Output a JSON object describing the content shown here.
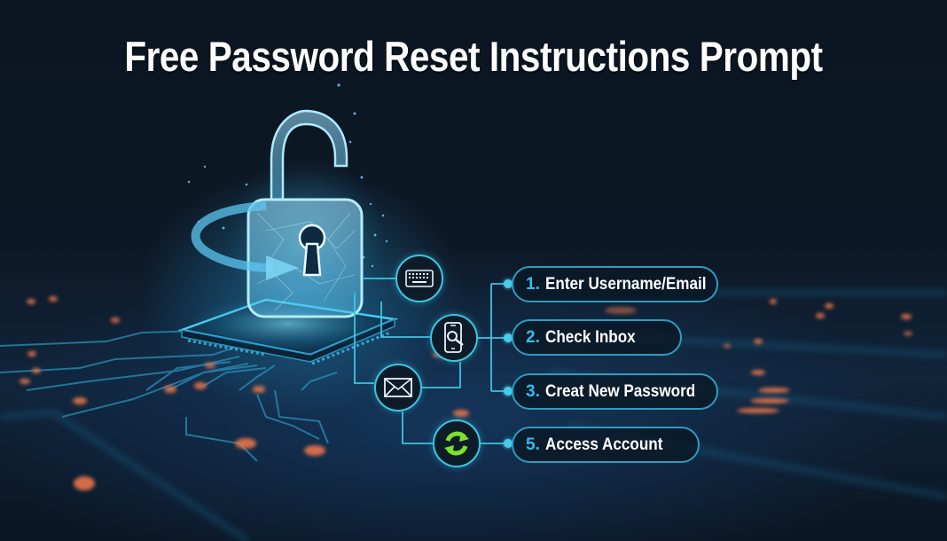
{
  "title": "Free Password Reset Instructions Prompt",
  "illustration": {
    "central_icon": "unlocked-padlock-icon",
    "base": "circuit-chip",
    "arrow": "circular-arrow-icon"
  },
  "nodes": [
    {
      "icon": "keyboard-icon"
    },
    {
      "icon": "phone-search-icon"
    },
    {
      "icon": "envelope-icon"
    },
    {
      "icon": "refresh-icon",
      "color": "#7be22c"
    }
  ],
  "steps": [
    {
      "number": "1.",
      "label": "Enter Username/Email"
    },
    {
      "number": "2.",
      "label": "Check Inbox"
    },
    {
      "number": "3.",
      "label": "Creat New Password"
    },
    {
      "number": "5.",
      "label": "Access Account"
    }
  ],
  "colors": {
    "accent": "#3cc4e0",
    "step_number": "#2fc0ea",
    "background": "#0c1622",
    "refresh": "#7be22c",
    "circuit_dots": "#e8744a"
  }
}
